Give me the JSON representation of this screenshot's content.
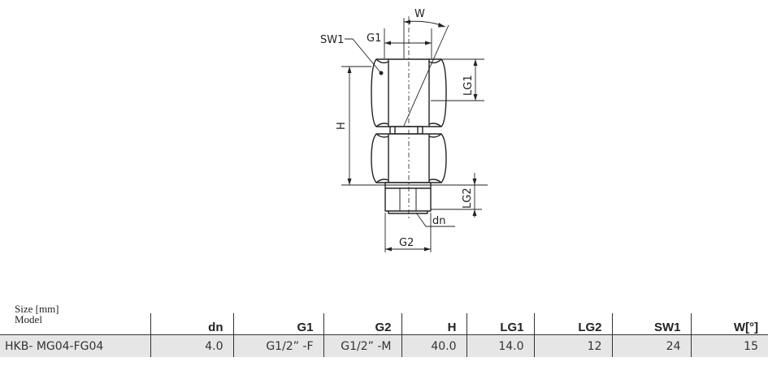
{
  "drawing": {
    "labels": {
      "w": "W",
      "sw1": "SW1",
      "g1": "G1",
      "lg1": "LG1",
      "h": "H",
      "lg2": "LG2",
      "dn": "dn",
      "g2": "G2"
    }
  },
  "table": {
    "size_label": "Size [mm]",
    "model_label": "Model",
    "headers": [
      "dn",
      "G1",
      "G2",
      "H",
      "LG1",
      "LG2",
      "SW1",
      "W[°]"
    ],
    "rows": [
      [
        "HKB- MG04-FG04",
        "4.0",
        "G1/2” -F",
        "G1/2” -M",
        "40.0",
        "14.0",
        "12",
        "24",
        "15"
      ]
    ]
  }
}
